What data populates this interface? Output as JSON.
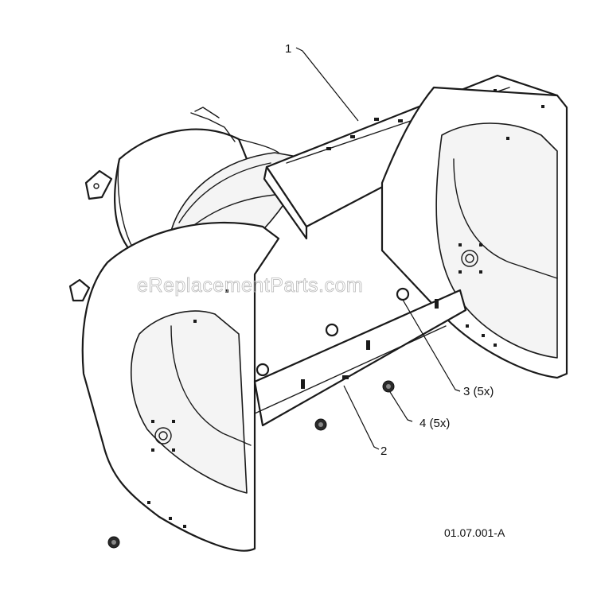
{
  "diagram": {
    "callouts": [
      {
        "label": "1"
      },
      {
        "label": "2"
      },
      {
        "label": "3 (5x)"
      },
      {
        "label": "4 (5x)"
      }
    ],
    "watermark": "eReplacementParts.com",
    "figure_code": "01.07.001-A"
  }
}
